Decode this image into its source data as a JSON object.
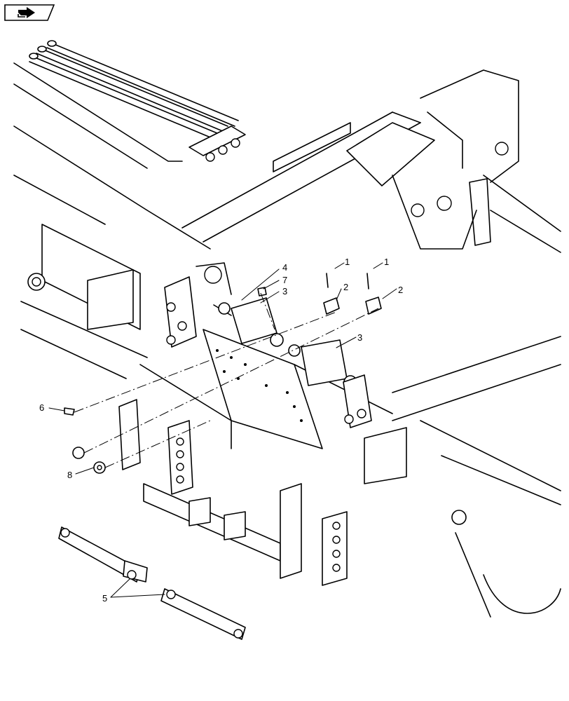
{
  "badge": {
    "icon": "page-forward-icon"
  },
  "callouts": {
    "c1a": "1",
    "c1b": "1",
    "c2a": "2",
    "c2b": "2",
    "c3a": "3",
    "c3b": "3",
    "c4": "4",
    "c5": "5",
    "c6": "6",
    "c7": "7",
    "c8": "8"
  }
}
